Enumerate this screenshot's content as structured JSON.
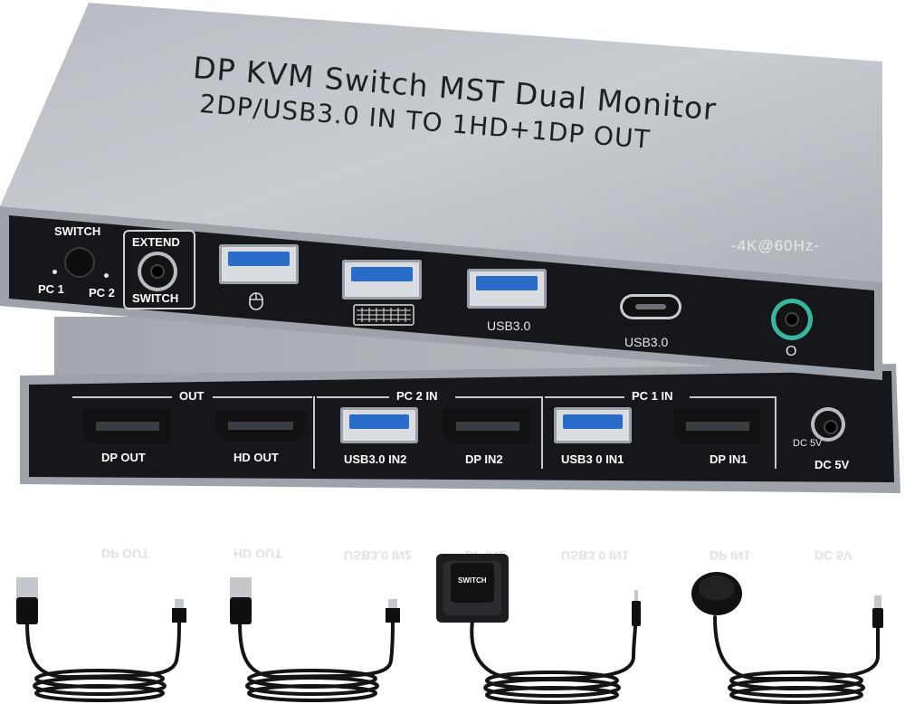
{
  "product": {
    "title_line1": "DP KVM Switch MST Dual Monitor",
    "title_line2": "2DP/USB3.0 IN TO 1HD+1DP OUT",
    "resolution": "-4K@60Hz-"
  },
  "front_panel": {
    "switch_label": "SWITCH",
    "pc1_label": "PC 1",
    "pc2_label": "PC 2",
    "extend_label": "EXTEND",
    "extend_switch_label": "SWITCH",
    "usb_port_3_label": "USB3.0",
    "usb_c_label": "USB3.0",
    "headphone_symbol": "O",
    "icons": [
      "mouse-icon",
      "keyboard-icon",
      "headphone-jack-icon"
    ],
    "accent_usb_color": "#2b6cc9",
    "jack_ring_color": "#35b7a0"
  },
  "back_panel": {
    "groups": {
      "out": "OUT",
      "pc2_in": "PC 2 IN",
      "pc1_in": "PC 1 IN"
    },
    "ports": {
      "dp_out": "DP OUT",
      "hd_out": "HD OUT",
      "usb_in2": "USB3.0 IN2",
      "dp_in2": "DP IN2",
      "usb_in1": "USB3 0 IN1",
      "dp_in1": "DP IN1",
      "dc_small": "DC 5V",
      "dc": "DC 5V"
    }
  },
  "accessories": {
    "remote_switch_label": "SWITCH",
    "items": [
      "usb-cable",
      "usb-cable",
      "wired-remote-switch",
      "wired-remote-button"
    ]
  }
}
